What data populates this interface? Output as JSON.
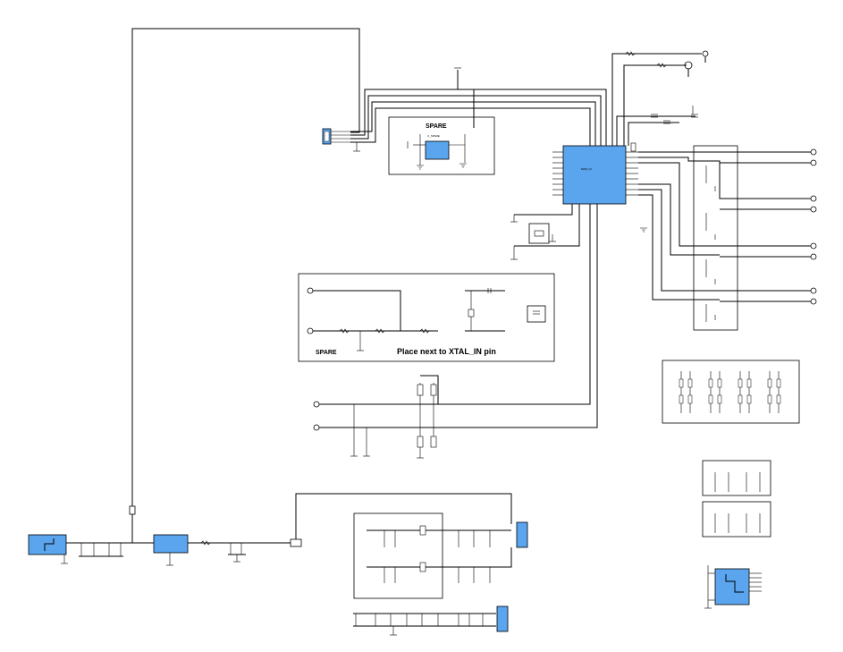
{
  "schematic": {
    "blocks": {
      "spare_top": {
        "title": "SPARE"
      },
      "spare_mid": {
        "title": "SPARE"
      },
      "xtal_note": "Place next to XTAL_IN pin"
    },
    "colors": {
      "ic_fill": "#5aa5ee",
      "wire": "#000000",
      "background": "#ffffff"
    },
    "icons": [
      "bnc-connector-icon",
      "ground-icon",
      "resistor-icon",
      "capacitor-icon",
      "ic-chip-icon"
    ]
  }
}
